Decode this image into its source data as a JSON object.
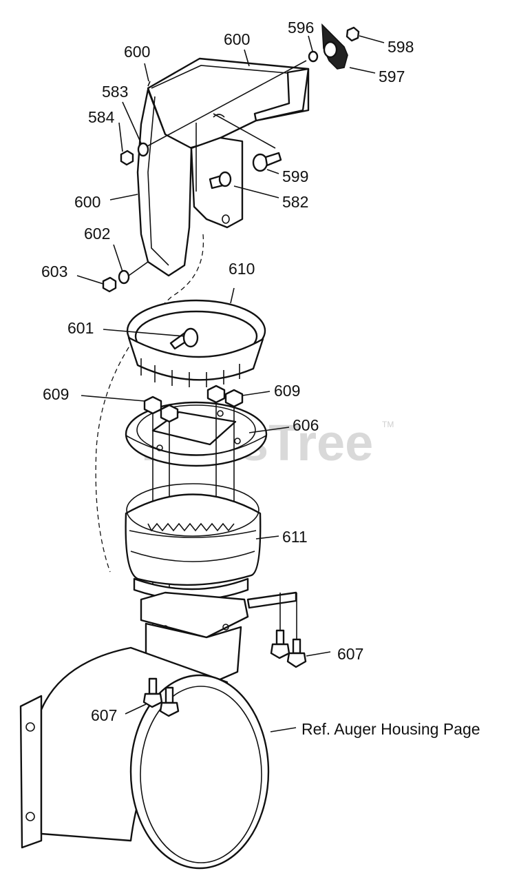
{
  "watermark": {
    "text": "PartsTree",
    "trademark": "TM"
  },
  "callouts": [
    {
      "id": "c600a",
      "text": "600"
    },
    {
      "id": "c600b",
      "text": "600"
    },
    {
      "id": "c596",
      "text": "596"
    },
    {
      "id": "c598",
      "text": "598"
    },
    {
      "id": "c597",
      "text": "597"
    },
    {
      "id": "c583",
      "text": "583"
    },
    {
      "id": "c584",
      "text": "584"
    },
    {
      "id": "c599",
      "text": "599"
    },
    {
      "id": "c582",
      "text": "582"
    },
    {
      "id": "c600c",
      "text": "600"
    },
    {
      "id": "c602",
      "text": "602"
    },
    {
      "id": "c603",
      "text": "603"
    },
    {
      "id": "c610",
      "text": "610"
    },
    {
      "id": "c601",
      "text": "601"
    },
    {
      "id": "c609a",
      "text": "609"
    },
    {
      "id": "c609b",
      "text": "609"
    },
    {
      "id": "c606",
      "text": "606"
    },
    {
      "id": "c611",
      "text": "611"
    },
    {
      "id": "c607a",
      "text": "607"
    },
    {
      "id": "c607b",
      "text": "607"
    },
    {
      "id": "cref",
      "text": "Ref. Auger Housing Page"
    }
  ]
}
